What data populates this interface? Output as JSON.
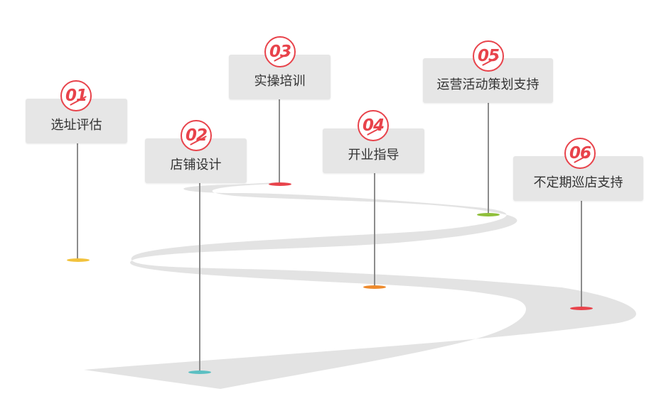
{
  "steps": [
    {
      "number": "01",
      "label": "选址评估",
      "dot_color": "#f2c23c"
    },
    {
      "number": "02",
      "label": "店铺设计",
      "dot_color": "#5bbfc2"
    },
    {
      "number": "03",
      "label": "实操培训",
      "dot_color": "#e8434b"
    },
    {
      "number": "04",
      "label": "开业指导",
      "dot_color": "#ee8a2c"
    },
    {
      "number": "05",
      "label": "运营活动策划支持",
      "dot_color": "#8fbf3a"
    },
    {
      "number": "06",
      "label": "不定期巡店支持",
      "dot_color": "#e8434b"
    }
  ],
  "colors": {
    "badge": "#e8434b",
    "box": "#e6e6e6",
    "road": "#e3e3e3",
    "pole": "#8c8c8c"
  }
}
